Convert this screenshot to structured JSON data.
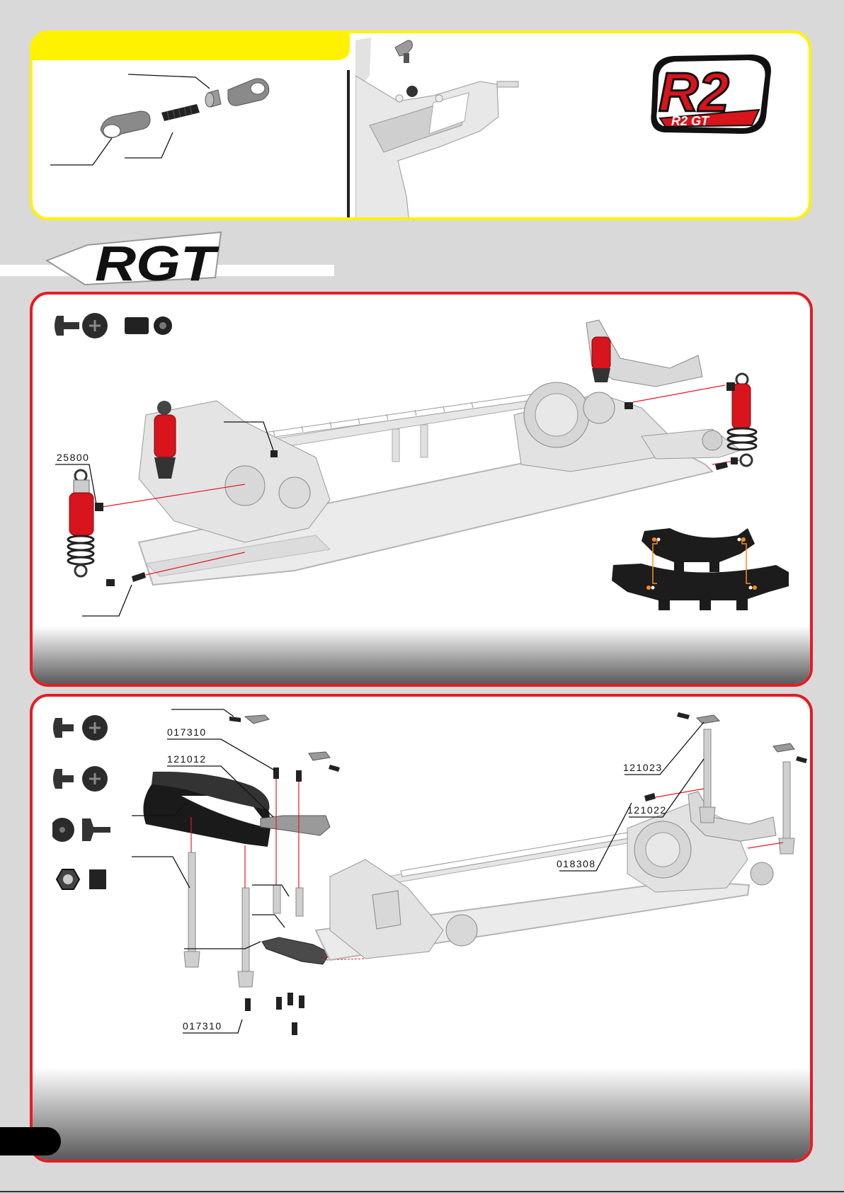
{
  "logos": {
    "r2gt_badge": "R2 GT",
    "rgt_header": "RGT"
  },
  "step1": {
    "labels": [
      "25800"
    ]
  },
  "step2": {
    "labels": [
      "017310",
      "121012",
      "121023",
      "121022",
      "018308",
      "017310"
    ]
  },
  "colors": {
    "yellow_border": "#fff200",
    "red_border": "#e31d25",
    "shock_red": "#d8141c"
  }
}
